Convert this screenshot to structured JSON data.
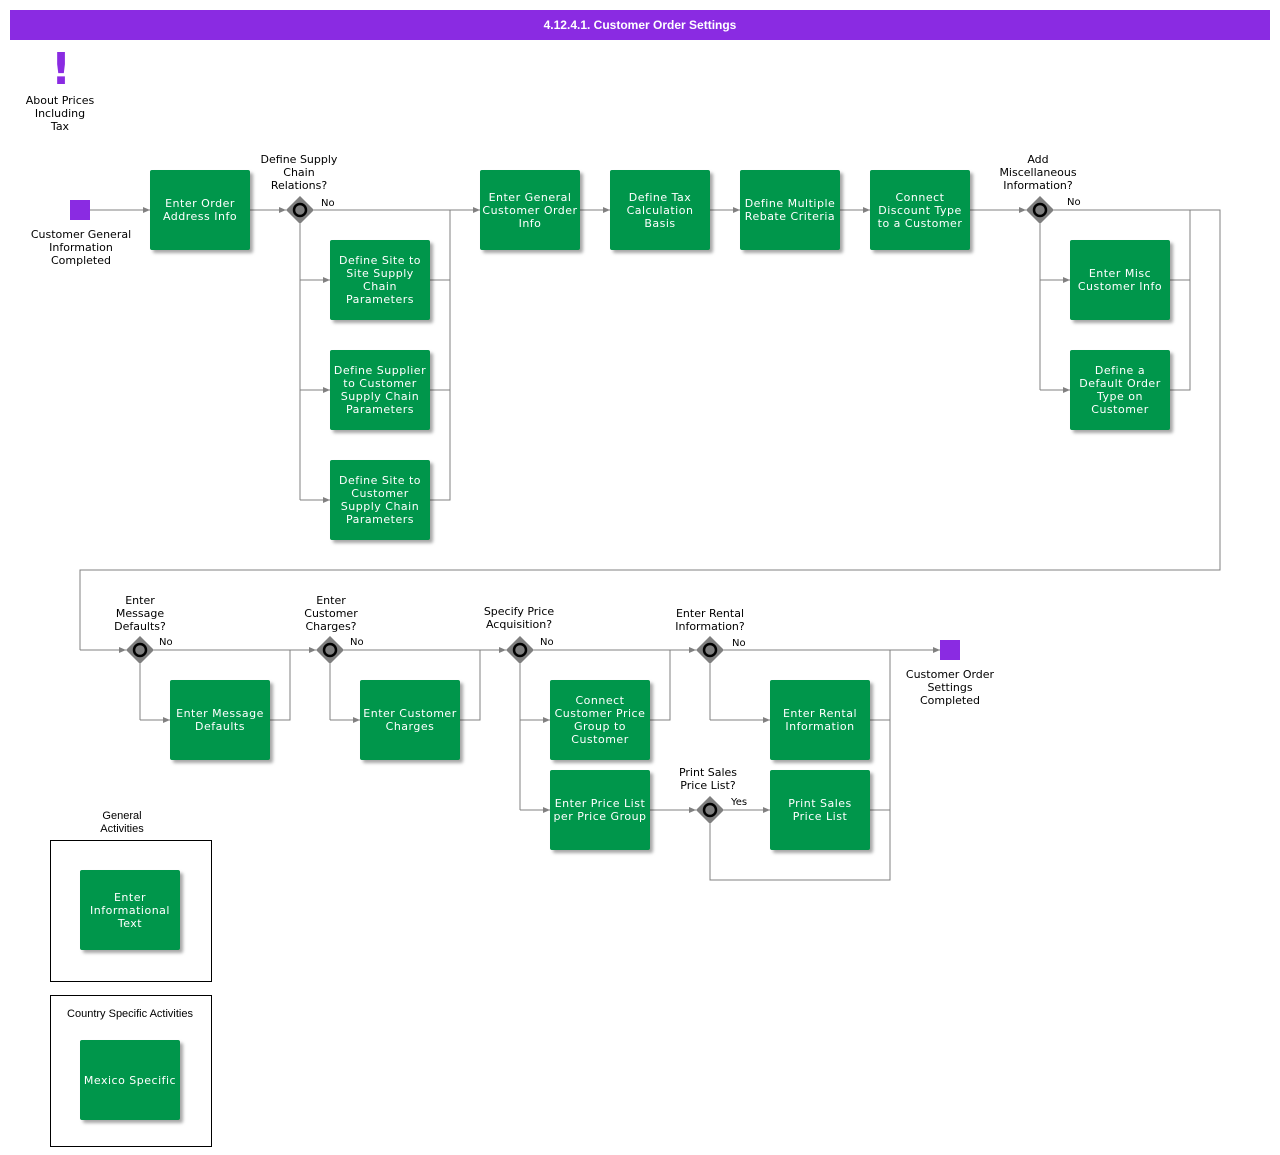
{
  "title": "4.12.4.1. Customer Order Settings",
  "colors": {
    "title_bar": "#8a2be2",
    "task": "#00964b",
    "event": "#8a2be2",
    "gateway": "#7f7f7f",
    "line": "#808080"
  },
  "annotation": {
    "icon": "exclamation-icon",
    "label": "About Prices Including Tax"
  },
  "events": {
    "start": "Customer General Information Completed",
    "end": "Customer Order Settings Completed"
  },
  "tasks": {
    "enter_order_address": "Enter Order Address Info",
    "site_to_site": "Define Site to Site Supply Chain Parameters",
    "supplier_to_customer": "Define Supplier to Customer Supply Chain Parameters",
    "site_to_customer": "Define Site to Customer Supply Chain Parameters",
    "general_customer_order": "Enter General Customer Order Info",
    "tax_calc_basis": "Define Tax Calculation Basis",
    "multiple_rebate": "Define Multiple Rebate Criteria",
    "discount_type": "Connect Discount Type to a Customer",
    "misc_customer": "Enter Misc Customer Info",
    "default_order_type": "Define a Default Order Type on Customer",
    "message_defaults": "Enter Message Defaults",
    "customer_charges": "Enter Customer Charges",
    "price_group": "Connect Customer Price Group to Customer",
    "price_list_group": "Enter Price List per Price Group",
    "rental_info": "Enter Rental Information",
    "print_sales_price": "Print Sales Price List",
    "informational_text": "Enter Informational Text",
    "mexico_specific": "Mexico Specific"
  },
  "gateways": {
    "supply_chain": "Define Supply Chain Relations?",
    "misc_info": "Add Miscellaneous Information?",
    "message_defaults": "Enter Message Defaults?",
    "customer_charges": "Enter Customer Charges?",
    "price_acquisition": "Specify Price Acquisition?",
    "rental_info": "Enter Rental Information?",
    "print_price_list": "Print Sales Price List?"
  },
  "flow_labels": {
    "no": "No",
    "yes": "Yes"
  },
  "legend": {
    "general": "General Activities",
    "country": "Country Specific Activities"
  }
}
